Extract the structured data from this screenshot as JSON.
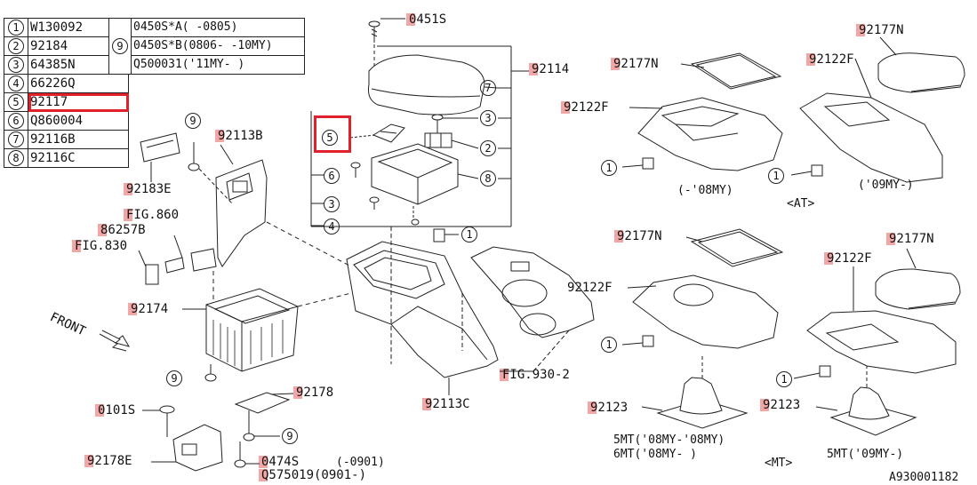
{
  "legend": [
    {
      "num": "1",
      "code": "W130092"
    },
    {
      "num": "2",
      "code": "92184"
    },
    {
      "num": "3",
      "code": "64385N"
    },
    {
      "num": "4",
      "code": "66226Q"
    },
    {
      "num": "5",
      "code": "92117"
    },
    {
      "num": "6",
      "code": "Q860004"
    },
    {
      "num": "7",
      "code": "92116B"
    },
    {
      "num": "8",
      "code": "92116C"
    }
  ],
  "legend9": {
    "num": "9",
    "rows": [
      "0450S*A( -0805)",
      "0450S*B(0806- -10MY)",
      "Q500031('11MY- )"
    ]
  },
  "labels": {
    "p0451s": "0451S",
    "p92114": "92114",
    "p92113b": "92113B",
    "p92183e": "92183E",
    "fig860": "FIG.860",
    "p86257b": "86257B",
    "fig830": "FIG.830",
    "p92174": "92174",
    "front": "FRONT",
    "p0101s": "0101S",
    "p92178e": "92178E",
    "p92178": "92178",
    "p0474s": "0474S",
    "p0474s_range": "(-0901)",
    "q575019": "Q575019(0901-)",
    "p92113c": "92113C",
    "fig930": "FIG.930-2",
    "p92177n_a": "92177N",
    "p92122f_a": "92122F",
    "note_08my": "(-'08MY)",
    "p92177n_b": "92177N",
    "p92122f_b": "92122F",
    "note_09my": "('09MY-)",
    "note_at": "<AT>",
    "p92177n_c": "92177N",
    "p92122f_c": "92122F",
    "p92123_a": "92123",
    "note_5mt": "5MT('08MY-'08MY)",
    "note_6mt": "6MT('08MY- )",
    "p92177n_d": "92177N",
    "p92122f_d": "92122F",
    "p92123_b": "92123",
    "note_5mt09": "5MT('09MY-)",
    "note_mt": "<MT>",
    "diagram_id": "A930001182"
  },
  "callouts": {
    "c9a": "9",
    "c6": "6",
    "c3": "3",
    "c4": "4",
    "c5": "5",
    "c7": "7",
    "c3b": "3",
    "c2": "2",
    "c8": "8",
    "c1a": "1",
    "c9b": "9",
    "c9c": "9",
    "c1b": "1",
    "c1c": "1",
    "c1d": "1",
    "c1e": "1"
  },
  "highlight_color": "#e0202a",
  "marker_color": "#f2a7a7"
}
